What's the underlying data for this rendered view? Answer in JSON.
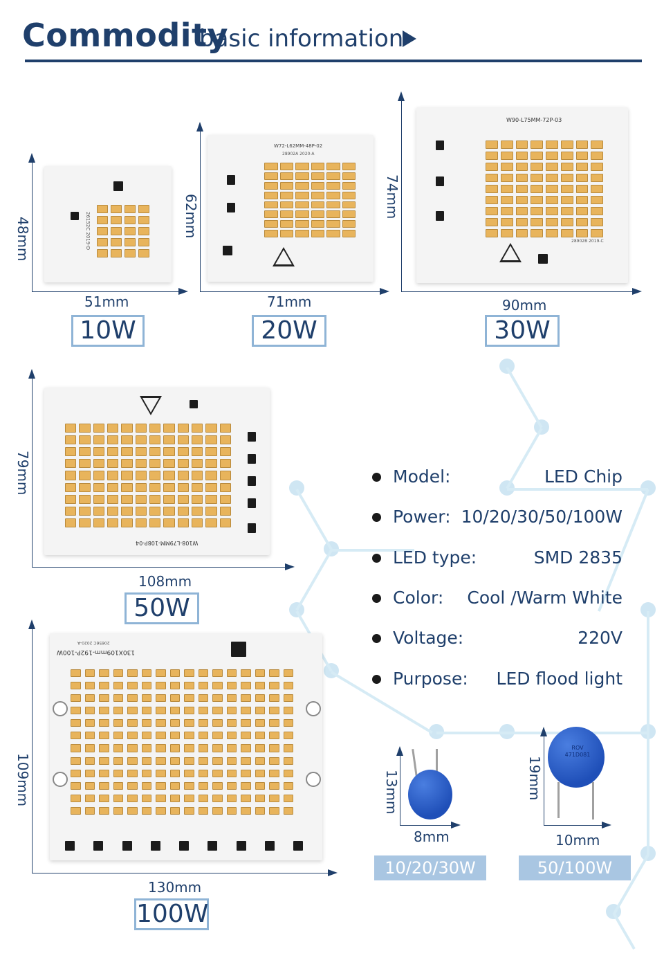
{
  "header": {
    "title_main": "Commodity",
    "title_sub": "basic information"
  },
  "products": [
    {
      "power": "10W",
      "width": "51mm",
      "height": "48mm",
      "board_code": "26152C 2019-D",
      "chip_cols": 4,
      "chip_rows": 5
    },
    {
      "power": "20W",
      "width": "71mm",
      "height": "62mm",
      "board_code": "W72-L62MM-48P-02",
      "board_sub": "28902A 2020-A",
      "chip_cols": 6,
      "chip_rows": 8
    },
    {
      "power": "30W",
      "width": "90mm",
      "height": "74mm",
      "board_code": "W90-L75MM-72P-03",
      "board_sub": "28902B 2019-C",
      "chip_cols": 8,
      "chip_rows": 9
    },
    {
      "power": "50W",
      "width": "108mm",
      "height": "79mm",
      "board_code": "W108-L79MM-108P-04",
      "chip_cols": 12,
      "chip_rows": 9
    },
    {
      "power": "100W",
      "width": "130mm",
      "height": "109mm",
      "board_code": "130X109mm-192P-100W",
      "board_sub": "20656C 2020-A",
      "chip_cols": 16,
      "chip_rows": 12
    }
  ],
  "specs": [
    {
      "label": "Model:",
      "value": "LED Chip"
    },
    {
      "label": "Power:",
      "value": "10/20/30/50/100W"
    },
    {
      "label": "LED type:",
      "value": "SMD 2835"
    },
    {
      "label": "Color:",
      "value": "Cool /Warm White"
    },
    {
      "label": "Voltage:",
      "value": "220V"
    },
    {
      "label": "Purpose:",
      "value": "LED flood light"
    }
  ],
  "varistors": [
    {
      "height": "13mm",
      "width": "8mm",
      "label": "10/20/30W"
    },
    {
      "height": "19mm",
      "width": "10mm",
      "label": "50/100W",
      "marking": "ROV 471D081"
    }
  ],
  "colors": {
    "accent": "#1f3f6b",
    "chip": "#e8b45c",
    "label_fill": "#a9c6e2",
    "varistor": "#2255c4"
  }
}
